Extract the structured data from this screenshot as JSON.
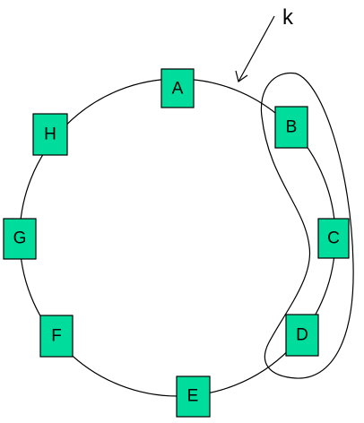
{
  "diagram": {
    "key_label": "k",
    "nodes": [
      {
        "label": "A"
      },
      {
        "label": "B"
      },
      {
        "label": "C"
      },
      {
        "label": "D"
      },
      {
        "label": "E"
      },
      {
        "label": "F"
      },
      {
        "label": "G"
      },
      {
        "label": "H"
      }
    ],
    "colors": {
      "node_fill": "#00dc9c",
      "stroke": "#000000",
      "background": "#ffffff"
    }
  }
}
